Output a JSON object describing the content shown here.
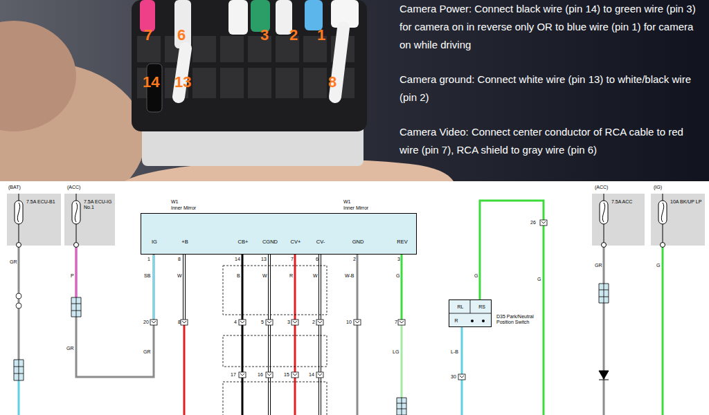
{
  "diagram": {
    "nodes": [
      {
        "text": [
          "(BAT)",
          "7.5A ECU-B1"
        ]
      },
      {
        "text": [
          "(ACC)",
          "7.5A ECU-IG No.1"
        ]
      },
      {
        "text": [
          "W1",
          "Inner Mirror",
          "W1",
          "Inner Mirror",
          "IG",
          "+B",
          "CB+",
          "CGND",
          "CV+",
          "CV-",
          "GND",
          "REV"
        ]
      },
      {
        "text": [
          "RL",
          "RS",
          "R",
          "D35 Park/Neutral Position Switch"
        ]
      },
      {
        "text": [
          "(ACC)",
          "7.5A ACC"
        ]
      },
      {
        "text": [
          "(IG)",
          "10A BK/UP LP"
        ]
      }
    ],
    "edges": [
      {
        "from": 1,
        "to": 2,
        "arrow": "none"
      }
    ],
    "labels": [
      "7",
      "6",
      "3",
      "2",
      "1",
      "14",
      "13",
      "8",
      "Camera Power: Connect black wire (pin 14) to green wire (pin 3) for camera on in reverse only OR to blue wire (pin 1) for camera on while driving",
      "Camera ground: Connect white wire (pin 13) to white/black wire (pin 2)",
      "Camera Video: Connect center conductor of RCA cable to red wire (pin 7), RCA shield to gray wire (pin 6)",
      "1",
      "8",
      "14",
      "13",
      "7",
      "6",
      "2",
      "3",
      "20",
      "8",
      "4",
      "5",
      "3",
      "2",
      "10",
      "7",
      "17",
      "16",
      "15",
      "14",
      "SB",
      "W",
      "B",
      "W",
      "R",
      "W",
      "W-B",
      "G",
      "GR",
      "P",
      "GR",
      "GR",
      "LG",
      "G",
      "L-B",
      "G",
      "26",
      "30",
      "GR",
      "G"
    ]
  }
}
